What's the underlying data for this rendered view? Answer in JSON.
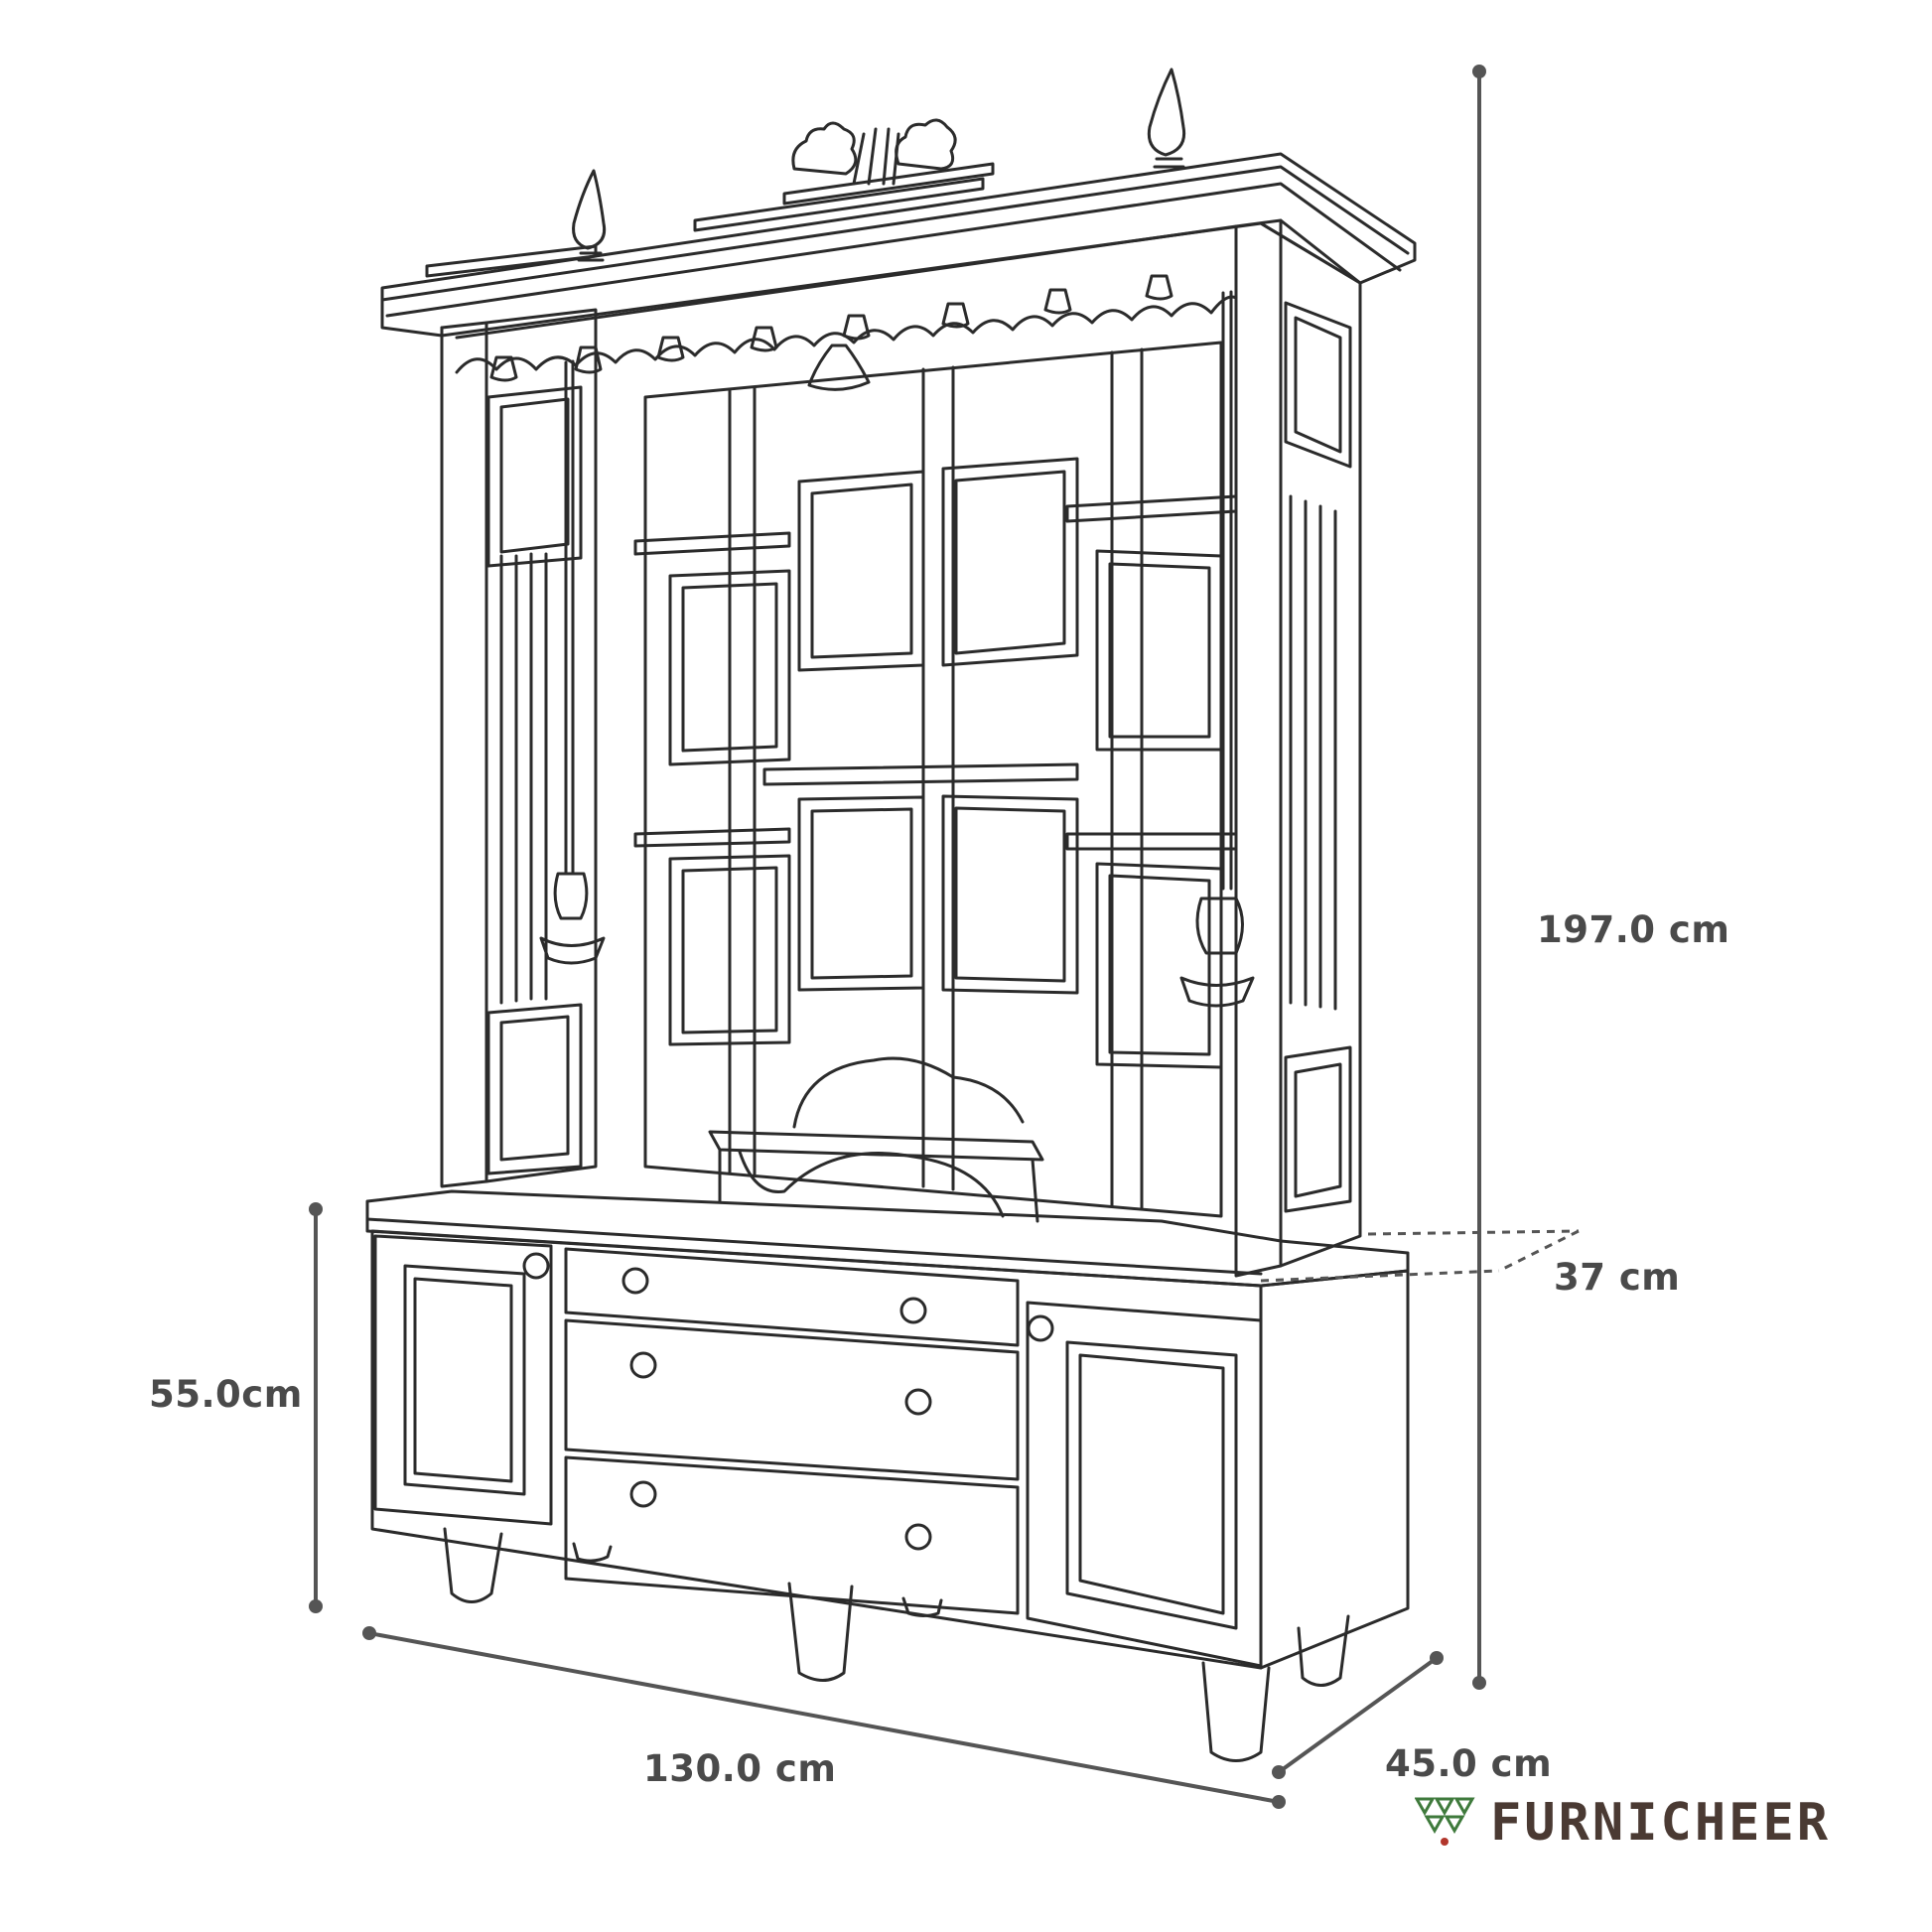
{
  "dimensions": {
    "height_total": "197.0 cm",
    "base_height": "55.0cm",
    "width": "130.0 cm",
    "depth": "45.0 cm",
    "upper_depth": "37 cm"
  },
  "brand": {
    "name": "FURNICHEER",
    "logo_icon": "triangles-logo-icon",
    "colors": {
      "green": "#3f7a3c",
      "red": "#b2362c",
      "text": "#4a3a33"
    }
  },
  "colors": {
    "line": "#2b2b2b",
    "dim": "#555555"
  }
}
